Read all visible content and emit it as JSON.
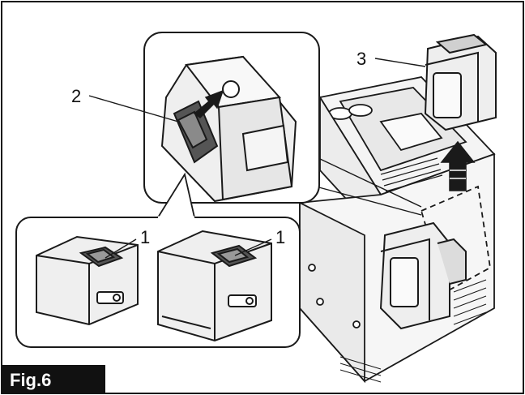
{
  "figure": {
    "label": "Fig.6",
    "callouts": [
      {
        "id": "callout-1-left",
        "text": "1"
      },
      {
        "id": "callout-1-right",
        "text": "1"
      },
      {
        "id": "callout-2",
        "text": "2"
      },
      {
        "id": "callout-3",
        "text": "3"
      }
    ]
  },
  "colors": {
    "line": "#1a1a1a",
    "fill_light": "#f2f2f2",
    "fill_mid": "#d9d9d9",
    "fill_dark": "#555555",
    "label_bg": "#111111"
  },
  "icons": [
    "battery-icon",
    "arrow-up-icon",
    "tool-body-icon",
    "latch-icon"
  ]
}
